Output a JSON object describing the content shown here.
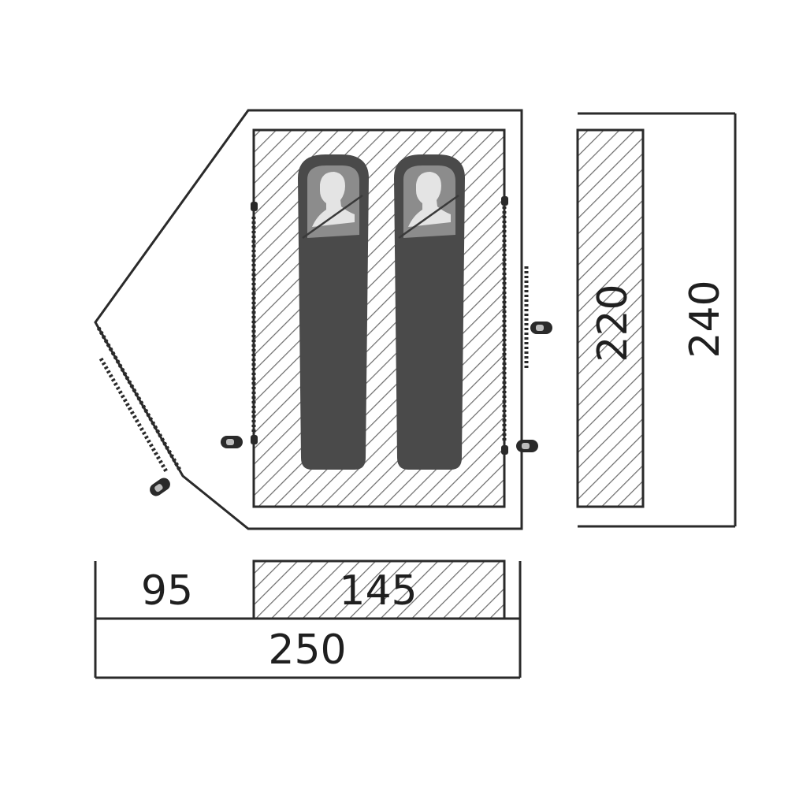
{
  "dimensions": {
    "vestibule": "95",
    "inner_width": "145",
    "total_length": "250",
    "inner_length": "220",
    "total_width": "240"
  },
  "colors": {
    "outline": "#2a2a2a",
    "hatch": "#6a6a6a",
    "sleeping_bag": "#4a4a4a",
    "hood": "#8c8c8c",
    "face": "#e4e4e4",
    "background": "#ffffff"
  },
  "sleeping_bags": 2,
  "icons": [
    "sleeping-bag-icon",
    "person-head-icon",
    "tent-peg-icon",
    "zipper-icon"
  ]
}
